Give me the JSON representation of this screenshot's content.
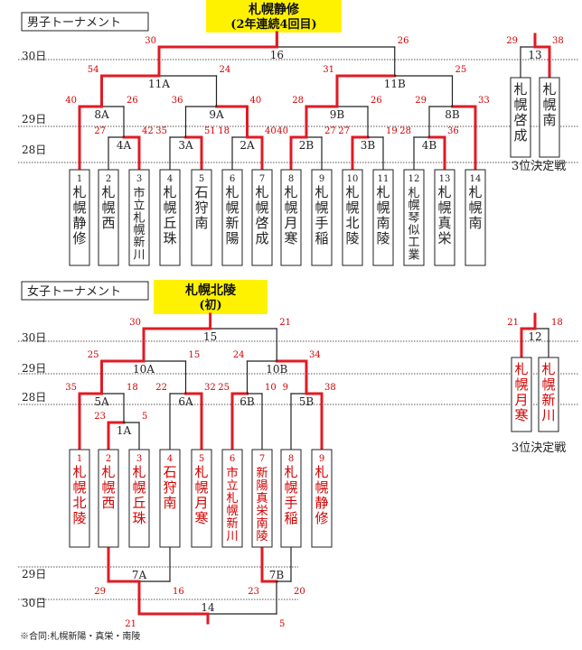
{
  "boys": {
    "heading": "男子トーナメント",
    "champion": "札幌静修",
    "champion_note": "(2年連続4回目)",
    "third_place_caption": "3位決定戦",
    "date_labels": [
      "30日",
      "29日",
      "28日"
    ],
    "teams": [
      {
        "num": "1",
        "name": "札幌静修"
      },
      {
        "num": "2",
        "name": "札幌西"
      },
      {
        "num": "3",
        "name": "市立札幌新川"
      },
      {
        "num": "4",
        "name": "札幌丘珠"
      },
      {
        "num": "5",
        "name": "石狩南"
      },
      {
        "num": "6",
        "name": "札幌新陽"
      },
      {
        "num": "7",
        "name": "札幌啓成"
      },
      {
        "num": "8",
        "name": "札幌月寒"
      },
      {
        "num": "9",
        "name": "札幌手稲"
      },
      {
        "num": "10",
        "name": "札幌北陵"
      },
      {
        "num": "11",
        "name": "札幌南陵"
      },
      {
        "num": "12",
        "name": "札幌琴似工業"
      },
      {
        "num": "13",
        "name": "札幌真栄"
      },
      {
        "num": "14",
        "name": "札幌南"
      }
    ],
    "third_teams": [
      {
        "name": "札幌啓成"
      },
      {
        "name": "札幌南"
      }
    ],
    "games": {
      "g4A": {
        "label": "4A",
        "l": "27",
        "r": "42"
      },
      "g3A": {
        "label": "3A",
        "l": "35",
        "r": "51"
      },
      "g2A": {
        "label": "2A",
        "l": "18",
        "r": "40"
      },
      "g2B": {
        "label": "2B",
        "l": "40",
        "r": "27"
      },
      "g3B": {
        "label": "3B",
        "l": "27",
        "r": "19"
      },
      "g4B": {
        "label": "4B",
        "l": "28",
        "r": "36"
      },
      "g8A": {
        "label": "8A",
        "l": "40",
        "r": "26"
      },
      "g9A": {
        "label": "9A",
        "l": "36",
        "r": "40"
      },
      "g9B": {
        "label": "9B",
        "l": "28",
        "r": "26"
      },
      "g8B": {
        "label": "8B",
        "l": "29",
        "r": "33"
      },
      "g11A": {
        "label": "11A",
        "l": "54",
        "r": "24"
      },
      "g11B": {
        "label": "11B",
        "l": "31",
        "r": "25"
      },
      "g16": {
        "label": "16",
        "l": "30",
        "r": "26"
      },
      "g13": {
        "label": "13",
        "l": "29",
        "r": "38"
      }
    }
  },
  "girls": {
    "heading": "女子トーナメント",
    "champion": "札幌北陵",
    "champion_note": "(初)",
    "third_place_caption": "3位決定戦",
    "date_labels": [
      "30日",
      "29日",
      "28日"
    ],
    "bottom_date_labels": [
      "29日",
      "30日"
    ],
    "teams": [
      {
        "num": "1",
        "name": "札幌北陵"
      },
      {
        "num": "2",
        "name": "札幌西"
      },
      {
        "num": "3",
        "name": "札幌丘珠"
      },
      {
        "num": "4",
        "name": "石狩南"
      },
      {
        "num": "5",
        "name": "札幌月寒"
      },
      {
        "num": "6",
        "name": "市立札幌新川"
      },
      {
        "num": "7",
        "name": "新陽真栄南陵"
      },
      {
        "num": "8",
        "name": "札幌手稲"
      },
      {
        "num": "9",
        "name": "札幌静修"
      }
    ],
    "third_teams": [
      {
        "name": "札幌月寒"
      },
      {
        "name": "札幌新川"
      }
    ],
    "games": {
      "g1A": {
        "label": "1A",
        "l": "23",
        "r": "5"
      },
      "g5A": {
        "label": "5A",
        "l": "35",
        "r": "18"
      },
      "g6A": {
        "label": "6A",
        "l": "22",
        "r": "32"
      },
      "g6B": {
        "label": "6B",
        "l": "25",
        "r": "10"
      },
      "g5B": {
        "label": "5B",
        "l": "9",
        "r": "38"
      },
      "g10A": {
        "label": "10A",
        "l": "25",
        "r": "15"
      },
      "g10B": {
        "label": "10B",
        "l": "24",
        "r": "34"
      },
      "g15": {
        "label": "15",
        "l": "30",
        "r": "21"
      },
      "g12": {
        "label": "12",
        "l": "21",
        "r": "18"
      },
      "g7A": {
        "label": "7A",
        "l": "29",
        "r": "16"
      },
      "g7B": {
        "label": "7B",
        "l": "23",
        "r": "20"
      },
      "g14": {
        "label": "14",
        "l": "21",
        "r": "5"
      }
    }
  },
  "footnote": "※合同:札幌新陽・真栄・南陵",
  "colors": {
    "win": "#e01b24",
    "line": "#222222",
    "score": "#d40000",
    "highlight": "#fff200",
    "loser_text": "#222222",
    "winner_text": "#d40000"
  }
}
